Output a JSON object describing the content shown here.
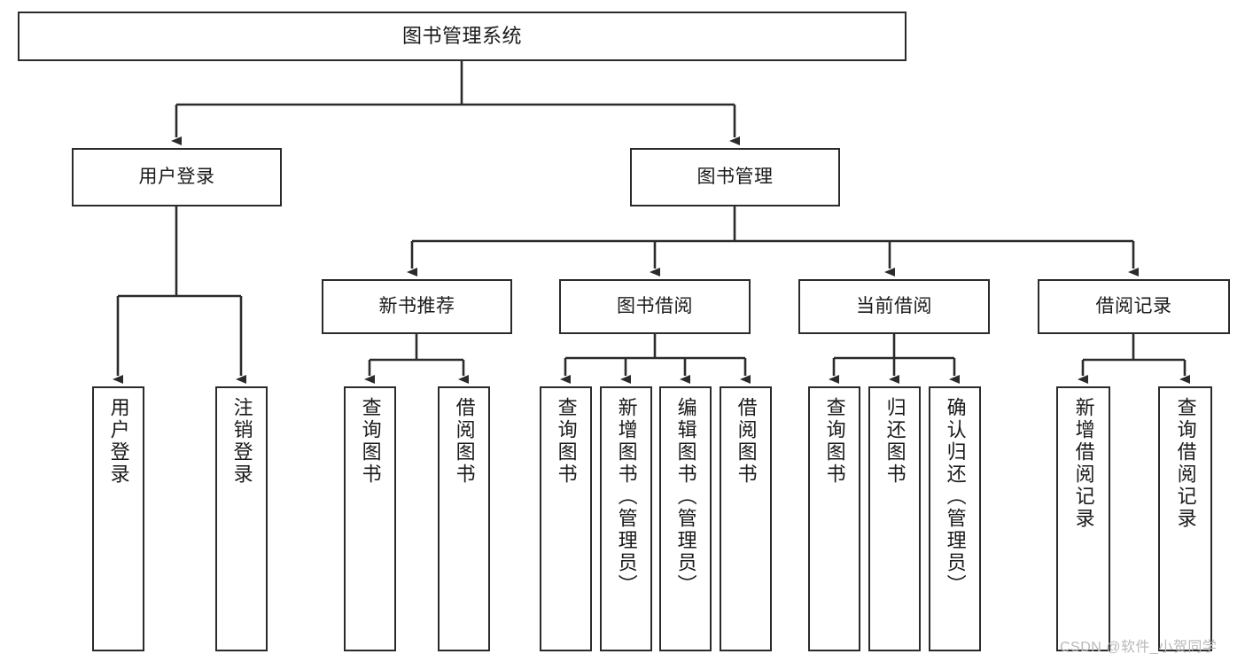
{
  "diagram": {
    "title": "图书管理系统",
    "type": "functional-decomposition-tree",
    "root": {
      "id": "root",
      "label": "图书管理系统"
    },
    "level1": [
      {
        "id": "user-login",
        "label": "用户登录"
      },
      {
        "id": "book-management",
        "label": "图书管理"
      }
    ],
    "level2": [
      {
        "id": "new-book-recommend",
        "label": "新书推荐",
        "parent": "book-management"
      },
      {
        "id": "book-borrow",
        "label": "图书借阅",
        "parent": "book-management"
      },
      {
        "id": "current-borrow",
        "label": "当前借阅",
        "parent": "book-management"
      },
      {
        "id": "borrow-record",
        "label": "借阅记录",
        "parent": "book-management"
      }
    ],
    "leaves": [
      {
        "id": "leaf-user-login",
        "label": "用户登录",
        "parent": "user-login"
      },
      {
        "id": "leaf-logout",
        "label": "注销登录",
        "parent": "user-login"
      },
      {
        "id": "leaf-query-book-1",
        "label": "查询图书",
        "parent": "new-book-recommend"
      },
      {
        "id": "leaf-borrow-book-1",
        "label": "借阅图书",
        "parent": "new-book-recommend"
      },
      {
        "id": "leaf-query-book-2",
        "label": "查询图书",
        "parent": "book-borrow"
      },
      {
        "id": "leaf-add-book",
        "label": "新增图书（管理员）",
        "parent": "book-borrow"
      },
      {
        "id": "leaf-edit-book",
        "label": "编辑图书（管理员）",
        "parent": "book-borrow"
      },
      {
        "id": "leaf-borrow-book-2",
        "label": "借阅图书",
        "parent": "book-borrow"
      },
      {
        "id": "leaf-query-book-3",
        "label": "查询图书",
        "parent": "current-borrow"
      },
      {
        "id": "leaf-return-book",
        "label": "归还图书",
        "parent": "current-borrow"
      },
      {
        "id": "leaf-confirm-return",
        "label": "确认归还（管理员）",
        "parent": "current-borrow"
      },
      {
        "id": "leaf-add-record",
        "label": "新增借阅记录",
        "parent": "borrow-record"
      },
      {
        "id": "leaf-query-record",
        "label": "查询借阅记录",
        "parent": "borrow-record"
      }
    ],
    "colors": {
      "stroke": "#2b2b2b",
      "fill": "#ffffff",
      "text": "#1a1a1a",
      "watermark": "#b9b9b9"
    }
  },
  "watermark": {
    "text": "CSDN @软件_小贺同学"
  }
}
